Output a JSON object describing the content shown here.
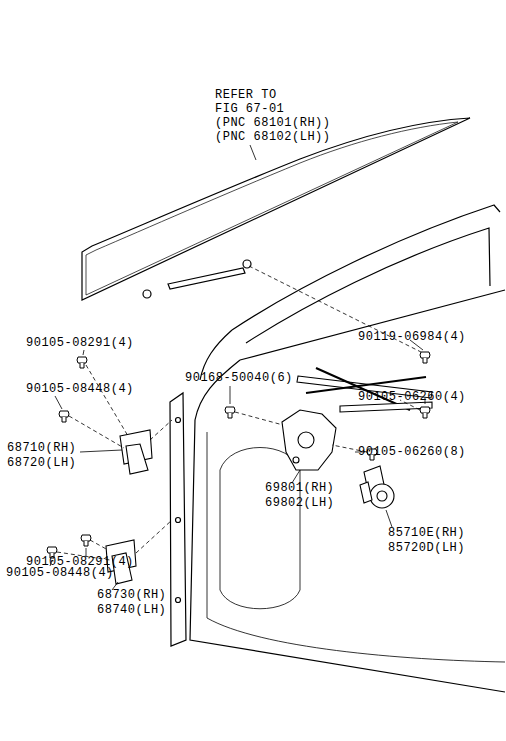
{
  "diagram": {
    "labels": [
      "REFER TO",
      "FIG 67-01",
      "(PNC 68101(RH))",
      "(PNC 68102(LH))",
      "90105-08291(4)",
      "90105-08448(4)",
      "68710(RH)",
      "68720(LH)",
      "90168-50040(6)",
      "90119-06984(4)",
      "90105-06260(4)",
      "90105-06260(8)",
      "69801(RH)",
      "69802(LH)",
      "85710E(RH)",
      "85720D(LH)",
      "90105-08291(4)",
      "90105-08448(4)",
      "68730(RH)",
      "68740(LH)"
    ]
  }
}
